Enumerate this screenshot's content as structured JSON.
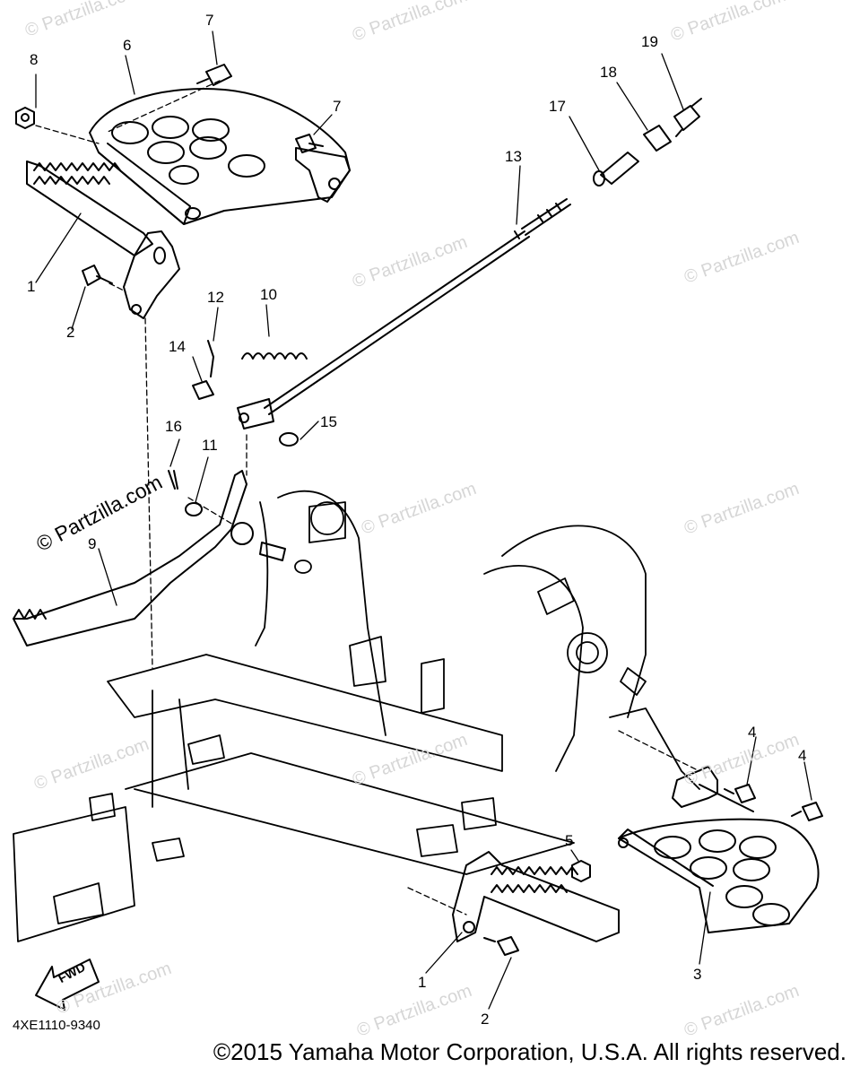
{
  "watermark": "© Partzilla.com",
  "main_watermark": "© Partzilla.com",
  "diagram_code": "4XE1110-9340",
  "copyright": "©2015  Yamaha Motor Corporation, U.S.A. All rights reserved.",
  "fwd_label": "FWD",
  "callouts": [
    "1",
    "2",
    "3",
    "4",
    "5",
    "6",
    "7",
    "8",
    "9",
    "10",
    "11",
    "12",
    "13",
    "14",
    "15",
    "16",
    "17",
    "18",
    "19"
  ]
}
